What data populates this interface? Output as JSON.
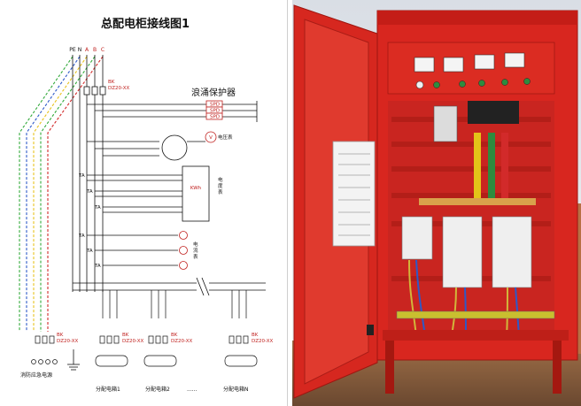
{
  "diagram": {
    "title": "总配电柜接线图1",
    "bus_labels": [
      "PE",
      "N",
      "A",
      "B",
      "C"
    ],
    "bus_colors": {
      "PE": "#31a93a",
      "N": "#2d59c8",
      "A": "#e8c21c",
      "B": "#31a93a",
      "C": "#d22a2a"
    },
    "main_breaker": "BK\nDZ20-XX",
    "surge_protector_label": "浪涌保护器",
    "spd_labels": [
      "SPD",
      "SPD",
      "SPD"
    ],
    "voltmeter_symbol": "V",
    "voltmeter_label": "电压表",
    "ct_labels": [
      "TA",
      "TA",
      "TA",
      "TA",
      "TA",
      "TA"
    ],
    "kwh_label": "KWh",
    "energy_meter_label": "电\n度\n表",
    "ammeter_symbol": "A",
    "ammeter_label": "电\n流\n表",
    "branch_breaker": "BK\nDZ20-XX",
    "footer": {
      "emergency": "消防应急电源",
      "branch1": "分配电箱1",
      "branch2": "分配电箱2",
      "ellipsis": "......",
      "branchN": "分配电箱N"
    }
  },
  "photo": {
    "cabinet_color": "#d8261f",
    "description_icon": "cabinet-photo"
  }
}
